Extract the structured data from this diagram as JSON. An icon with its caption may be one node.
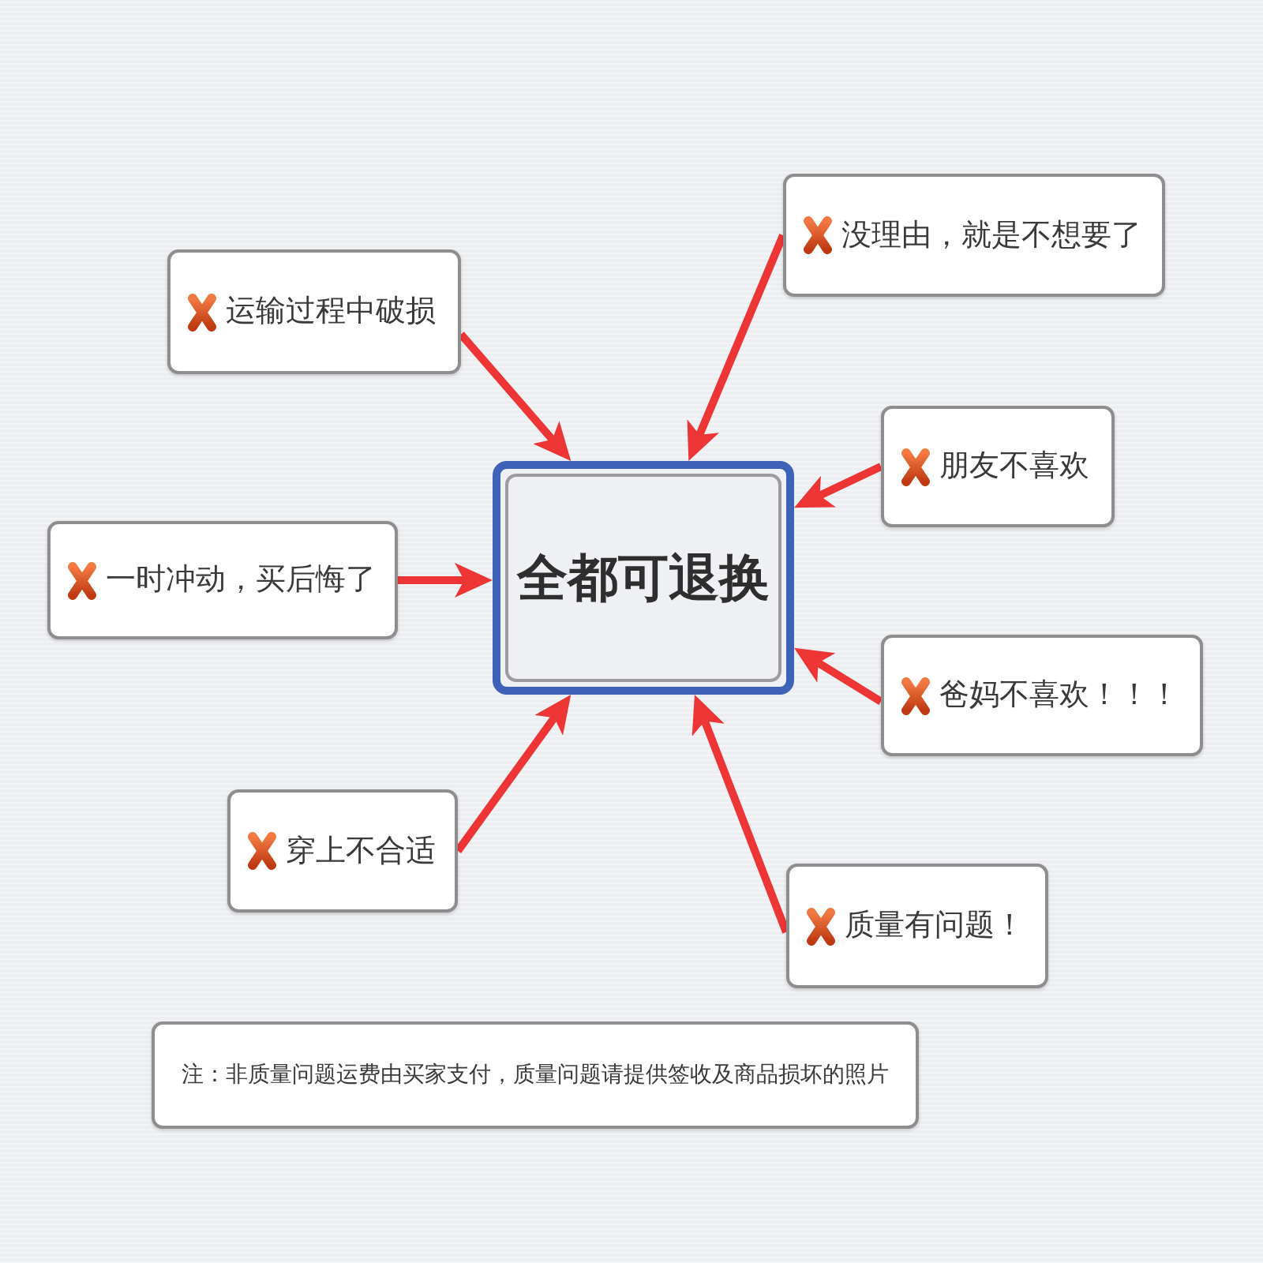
{
  "diagram": {
    "nodes": [
      {
        "text": [
          "没理由，就是不想要了"
        ]
      },
      {
        "text": [
          "运输过程中破损"
        ]
      },
      {
        "text": [
          "朋友不喜欢"
        ]
      },
      {
        "text": [
          "全都可退换"
        ]
      },
      {
        "text": [
          "一时冲动，买后悔了"
        ]
      },
      {
        "text": [
          "爸妈不喜欢！！！"
        ]
      },
      {
        "text": [
          "穿上不合适"
        ]
      },
      {
        "text": [
          "质量有问题！"
        ]
      },
      {
        "text": [
          "注：非质量问题运费由买家支付，质量问题请提供签收及商品损坏的照片"
        ]
      }
    ],
    "edges": [
      {
        "from": 0,
        "to": 3,
        "arrow": "to"
      },
      {
        "from": 1,
        "to": 3,
        "arrow": "to"
      },
      {
        "from": 2,
        "to": 3,
        "arrow": "to"
      },
      {
        "from": 4,
        "to": 3,
        "arrow": "to"
      },
      {
        "from": 5,
        "to": 3,
        "arrow": "to"
      },
      {
        "from": 6,
        "to": 3,
        "arrow": "to"
      },
      {
        "from": 7,
        "to": 3,
        "arrow": "to"
      }
    ]
  }
}
